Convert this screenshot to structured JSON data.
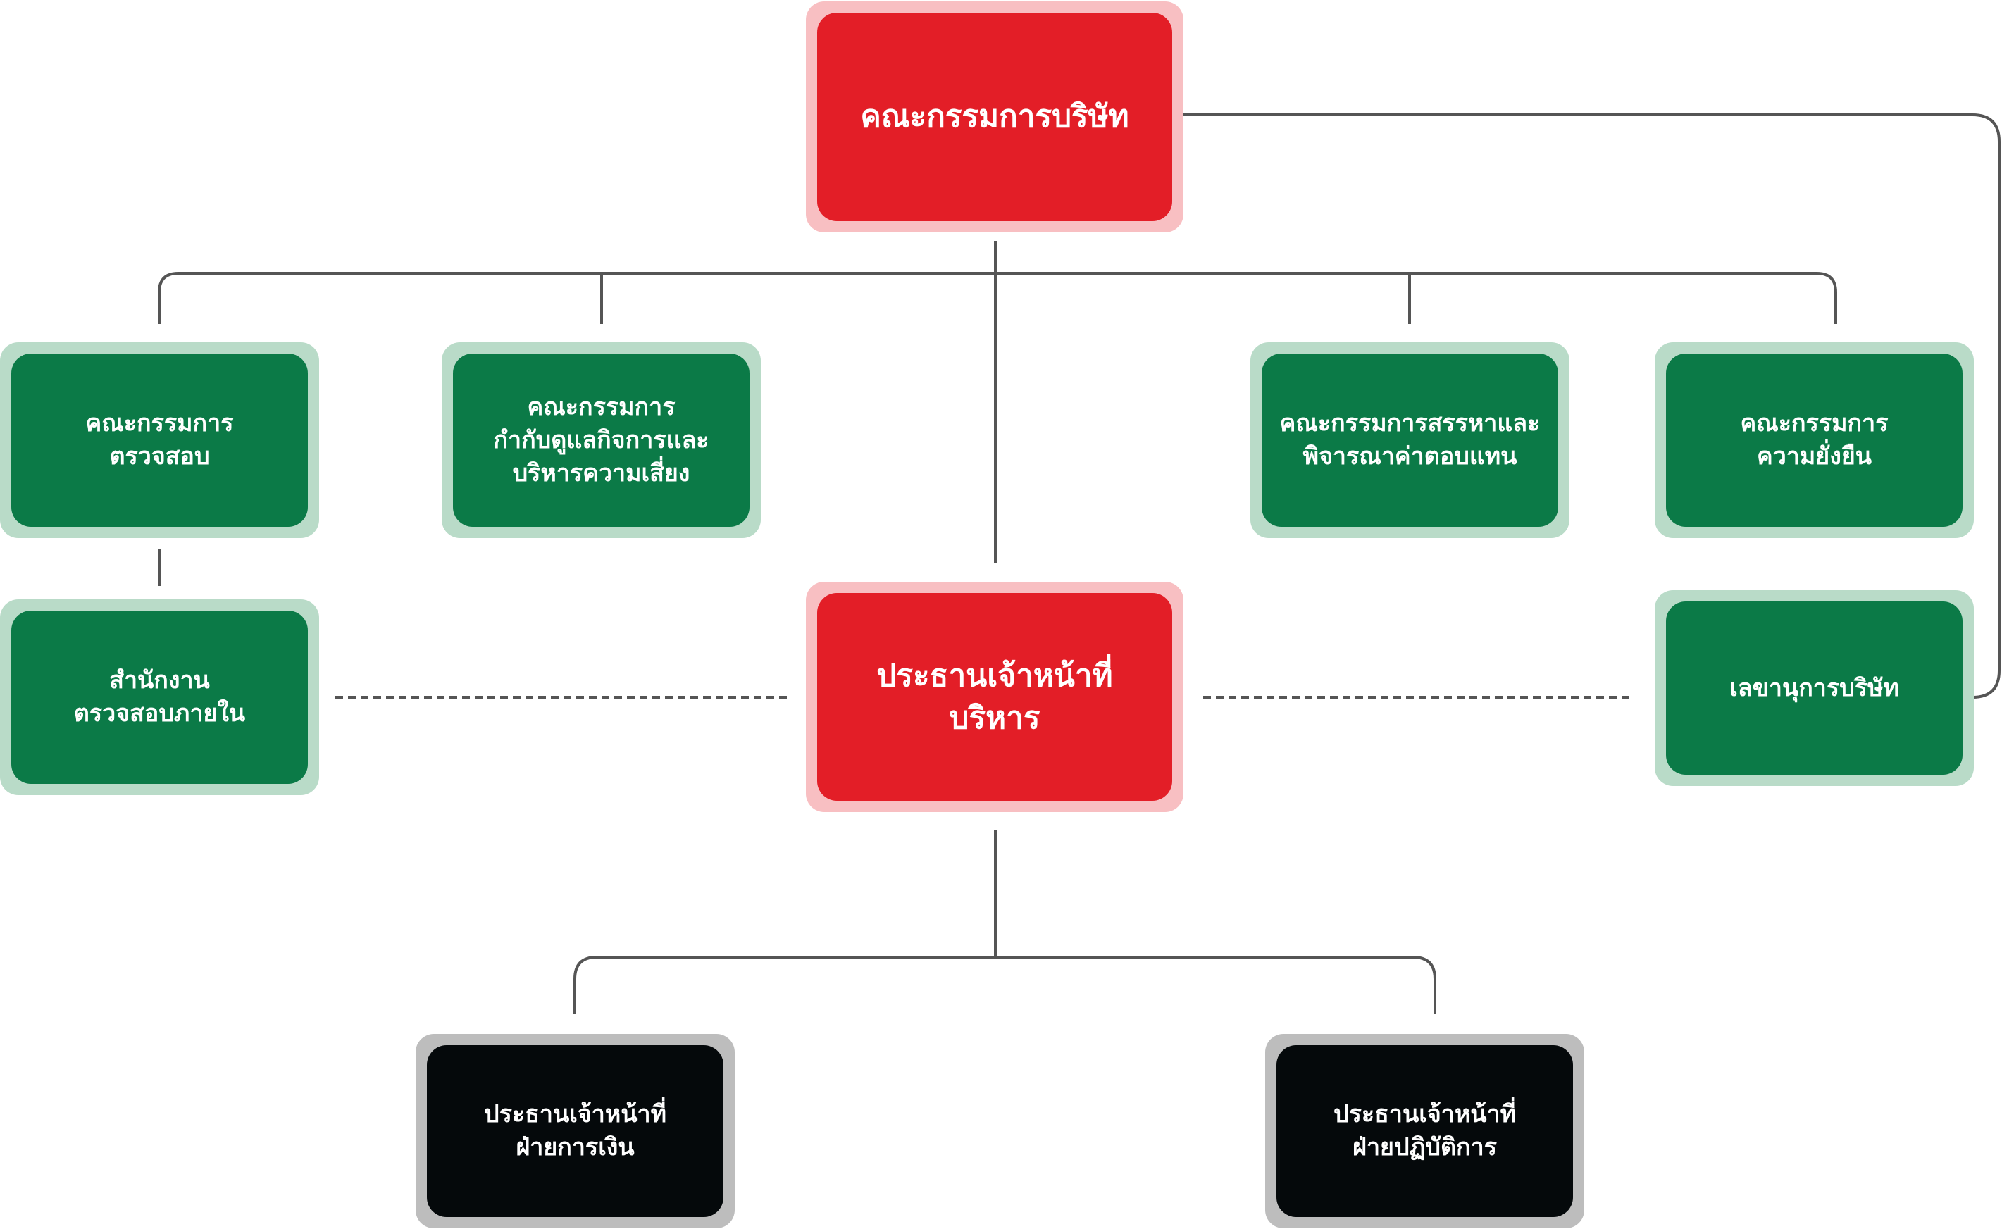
{
  "colors": {
    "red": "#E31E27",
    "red_halo": "#F8BFC2",
    "green": "#0B7A47",
    "green_halo": "#B9DBC8",
    "black": "#05090B",
    "black_halo": "#BDBDBD",
    "line": "#555555"
  },
  "nodes": {
    "board": "คณะกรรมการบริษัท",
    "audit_committee": "คณะกรรมการ\nตรวจสอบ",
    "governance_committee": "คณะกรรมการ\nกำกับดูแลกิจการและ\nบริหารความเสี่ยง",
    "nomination_committee": "คณะกรรมการสรรหาและ\nพิจารณาค่าตอบแทน",
    "sustainability_committee": "คณะกรรมการ\nความยั่งยืน",
    "internal_audit": "สำนักงาน\nตรวจสอบภายใน",
    "ceo": "ประธานเจ้าหน้าที่\nบริหาร",
    "company_secretary": "เลขานุการบริษัท",
    "cfo": "ประธานเจ้าหน้าที่\nฝ่ายการเงิน",
    "coo": "ประธานเจ้าหน้าที่\nฝ่ายปฏิบัติการ"
  }
}
